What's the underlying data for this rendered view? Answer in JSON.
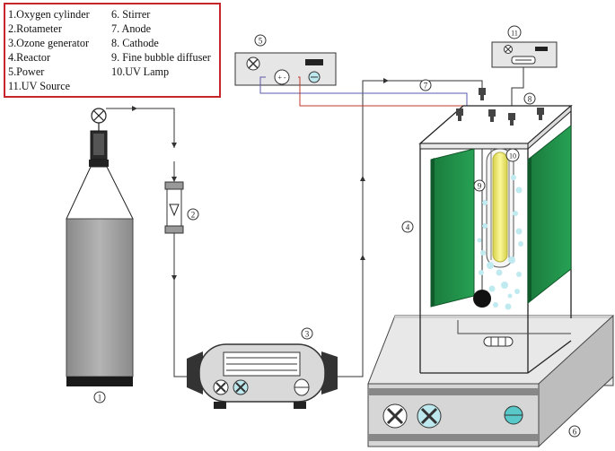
{
  "legend": {
    "items": [
      "1.Oxygen cylinder",
      "2.Rotameter",
      "3.Ozone generator",
      "4.Reactor",
      "5.Power",
      "11.UV Source",
      "6. Stirrer",
      "7. Anode",
      "8. Cathode",
      "9. Fine bubble diffuser",
      "10.UV Lamp"
    ]
  },
  "callouts": {
    "n1": "1",
    "n2": "2",
    "n3": "3",
    "n4": "4",
    "n5": "5",
    "n6": "6",
    "n7": "7",
    "n8": "8",
    "n9": "9",
    "n10": "10",
    "n11": "11"
  },
  "power_supply": {
    "dial_symbols": "+ -"
  },
  "colors": {
    "legend_border": "#c8242b",
    "electrode_green": "#1f8f4a",
    "uv_lamp": "#f2ee6e",
    "bubbles": "#bfeaf0",
    "cylinder_gray": "#a0a0a0",
    "anode_wire": "#5a5aa8",
    "cathode_wire": "#c0392b"
  }
}
